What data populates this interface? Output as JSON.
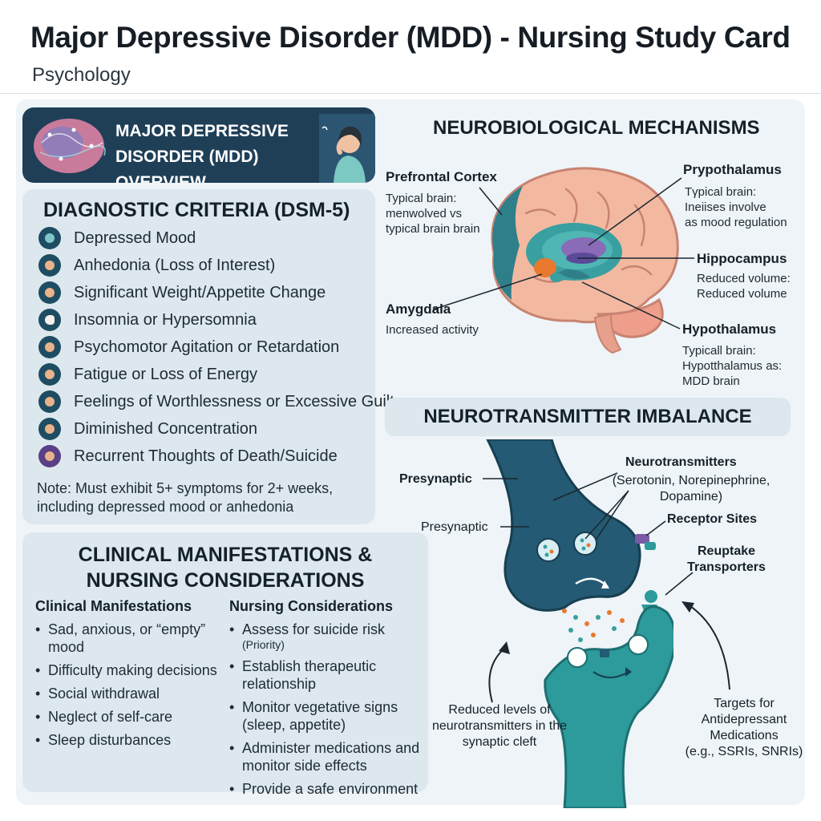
{
  "header": {
    "title": "Major Depressive Disorder (MDD) - Nursing Study Card",
    "subtitle": "Psychology"
  },
  "overview": {
    "title": "MAJOR DEPRESSIVE DISORDER (MDD) OVERVIEW",
    "icons": [
      "brain-network-icon",
      "distressed-person-icon"
    ]
  },
  "diagnostic": {
    "title": "DIAGNOSTIC CRITERIA (DSM-5)",
    "criteria": [
      {
        "label": "Depressed Mood",
        "icon": "sad-face-icon"
      },
      {
        "label": "Anhedonia (Loss of Interest)",
        "icon": "wilted-flower-icon"
      },
      {
        "label": "Significant Weight/Appetite Change",
        "icon": "person-icon"
      },
      {
        "label": "Insomnia or Hypersomnia",
        "icon": "moon-icon"
      },
      {
        "label": "Psychomotor Agitation or Retardation",
        "icon": "agitated-person-icon"
      },
      {
        "label": "Fatigue or Loss of Energy",
        "icon": "tired-person-icon"
      },
      {
        "label": "Feelings of Worthlessness or Excessive Guilt",
        "icon": "guilt-person-icon"
      },
      {
        "label": "Diminished Concentration",
        "icon": "standing-person-icon"
      },
      {
        "label": "Recurrent Thoughts of Death/Suicide",
        "icon": "distress-person-icon"
      }
    ],
    "note": "Note: Must exhibit 5+ symptoms for 2+ weeks, including depressed mood or anhedonia"
  },
  "clinical": {
    "title_line1": "CLINICAL MANIFESTATIONS &",
    "title_line2": "NURSING CONSIDERATIONS",
    "manifestations_head": "Clinical Manifestations",
    "manifestations": [
      "Sad, anxious, or “empty” mood",
      "Difficulty making decisions",
      "Social withdrawal",
      "Neglect of self-care",
      "Sleep disturbances"
    ],
    "nursing_head": "Nursing Considerations",
    "nursing": [
      {
        "text": "Assess for suicide risk",
        "note": "(Priority)"
      },
      {
        "text": "Establish therapeutic relationship",
        "note": ""
      },
      {
        "text": "Monitor vegetative signs (sleep, appetite)",
        "note": ""
      },
      {
        "text": "Administer medications and monitor side effects",
        "note": ""
      },
      {
        "text": "Provide a safe environment",
        "note": ""
      }
    ]
  },
  "neuro": {
    "title": "NEUROBIOLOGICAL MECHANISMS",
    "prefrontal": {
      "title": "Prefrontal Cortex",
      "body": "Typical brain: menwolved vs typical brain brain"
    },
    "amygdala": {
      "title": "Amygdala",
      "body": "Increased activity"
    },
    "prypothalamus": {
      "title": "Prypothalamus",
      "body_1": "Tγpical brain:",
      "body_2": "Ineiises involve",
      "body_3": "as mood regulation"
    },
    "hippocampus": {
      "title": "Hippocampus",
      "body_1": "Reduced volume:",
      "body_2": "Reduced volume"
    },
    "hypothalamus": {
      "title": "Hypothalamus",
      "body_1": "Typicall brain:",
      "body_2": "Hypotthalamus as:",
      "body_3": "MDD brain"
    },
    "colors": {
      "cortex": "#f2b9a0",
      "frontal": "#2f7f8a",
      "limbic": "#3a9fa0",
      "amygdala": "#e8792e",
      "thalamus": "#8a6bb8"
    }
  },
  "neurotransmitter": {
    "title": "NEUROTRANSMITTER IMBALANCE",
    "presynaptic_1": "Presynaptic",
    "presynaptic_2": "Presynaptic",
    "nt_title": "Neurotransmitters",
    "nt_body": "(Serotonin, Norepinephrine, Dopamine)",
    "receptor": "Receptor Sites",
    "reuptake_1": "Reuptake",
    "reuptake_2": "Transporters",
    "reduced": "Reduced levels of neurotransmitters in the synaptic cleft",
    "targets_1": "Targets for",
    "targets_2": "Antidepressant",
    "targets_3": "Medications",
    "targets_4": "(e.g., SSRIs, SNRIs)",
    "colors": {
      "pre": "#245a73",
      "post": "#2d9a9b"
    }
  }
}
